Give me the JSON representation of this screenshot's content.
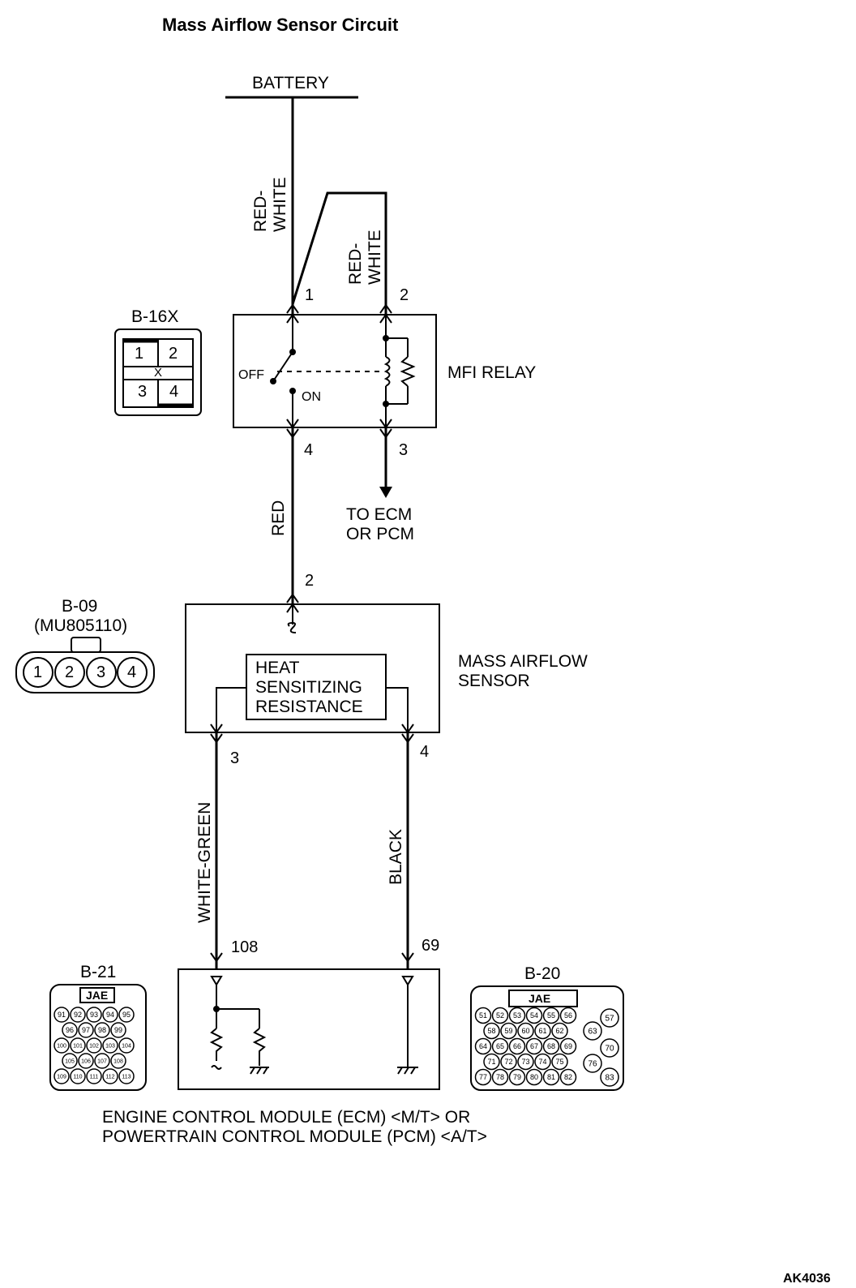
{
  "title": "Mass Airflow Sensor Circuit",
  "battery": "BATTERY",
  "wires": {
    "red_white_1": "RED-\nWHITE",
    "red_white_2": "RED-\nWHITE",
    "red": "RED",
    "white_green": "WHITE-GREEN",
    "black": "BLACK"
  },
  "relay": {
    "name": "MFI RELAY",
    "connector": "B-16X",
    "off": "OFF",
    "on": "ON",
    "pins": [
      "1",
      "2",
      "4",
      "3"
    ],
    "connector_pins": [
      "1",
      "2",
      "X",
      "3",
      "4"
    ]
  },
  "to_ecm": [
    "TO ECM",
    "OR PCM"
  ],
  "sensor": {
    "name": [
      "MASS AIRFLOW",
      "SENSOR"
    ],
    "connector": "B-09",
    "part": "(MU805110)",
    "element": [
      "HEAT",
      "SENSITIZING",
      "RESISTANCE"
    ],
    "pins": [
      "2",
      "3",
      "4"
    ],
    "connector_pins": [
      "1",
      "2",
      "3",
      "4"
    ]
  },
  "ecm": {
    "pins": [
      "108",
      "69"
    ],
    "label": [
      "ENGINE CONTROL MODULE (ECM) <M/T> OR",
      "POWERTRAIN CONTROL MODULE (PCM) <A/T>"
    ],
    "connector_left": "B-21",
    "connector_right": "B-20",
    "brand": "JAE",
    "left_rows": [
      [
        "91",
        "92",
        "93",
        "94",
        "95"
      ],
      [
        "96",
        "97",
        "98",
        "99"
      ],
      [
        "100",
        "101",
        "102",
        "103",
        "104"
      ],
      [
        "105",
        "106",
        "107",
        "108"
      ],
      [
        "109",
        "110",
        "111",
        "112",
        "113"
      ]
    ],
    "right_rows": [
      [
        "51",
        "52",
        "53",
        "54",
        "55",
        "56"
      ],
      [
        "58",
        "59",
        "60",
        "61",
        "62"
      ],
      [
        "64",
        "65",
        "66",
        "67",
        "68",
        "69"
      ],
      [
        "71",
        "72",
        "73",
        "74",
        "75"
      ],
      [
        "77",
        "78",
        "79",
        "80",
        "81",
        "82"
      ]
    ],
    "right_side": [
      "57",
      "63",
      "70",
      "76",
      "83"
    ]
  },
  "code": "AK4036"
}
